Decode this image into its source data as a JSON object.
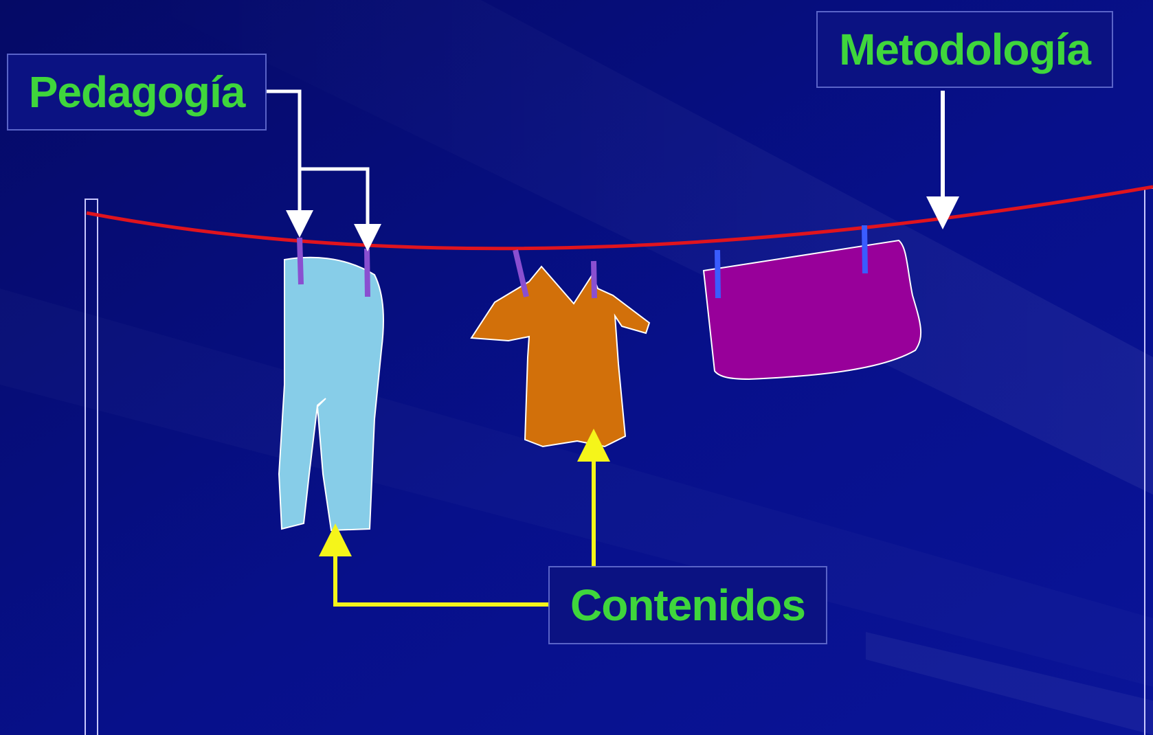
{
  "labels": {
    "pedagogia": "Pedagogía",
    "metodologia": "Metodología",
    "contenidos": "Contenidos"
  },
  "colors": {
    "background": "#050a6e",
    "label_text": "#3fd63c",
    "label_border": "#5a64c8",
    "rope": "#e0141e",
    "pants": "#87cde8",
    "shirt": "#d2700a",
    "towel": "#98009a",
    "peg_purple": "#8a4fd0",
    "peg_blue": "#3a5cff",
    "arrow_white": "#ffffff",
    "arrow_yellow": "#f5f51a"
  }
}
